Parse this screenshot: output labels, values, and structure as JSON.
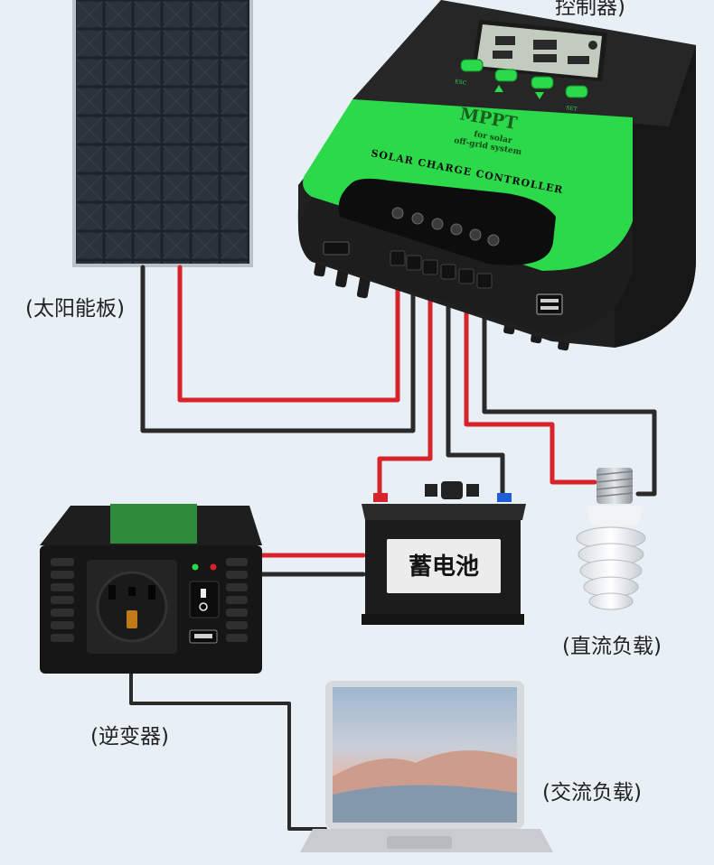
{
  "labels": {
    "top_caption_partial": "控制器)",
    "solar_panel": "(太阳能板)",
    "dc_load": "(直流负载)",
    "inverter": "(逆变器)",
    "ac_load": "(交流负载)"
  },
  "controller": {
    "brand": "MPPT",
    "tagline_line1": "for solar",
    "tagline_line2": "off-grid system",
    "product_name": "SOLAR CHARGE CONTROLLER",
    "key_esc": "ESC",
    "key_set": "SET"
  },
  "battery": {
    "label": "蓄电池"
  },
  "colors": {
    "wire_red": "#d8232a",
    "wire_black": "#2a2a2a",
    "controller_green": "#2bd94a",
    "background": "#e9f0f5"
  }
}
